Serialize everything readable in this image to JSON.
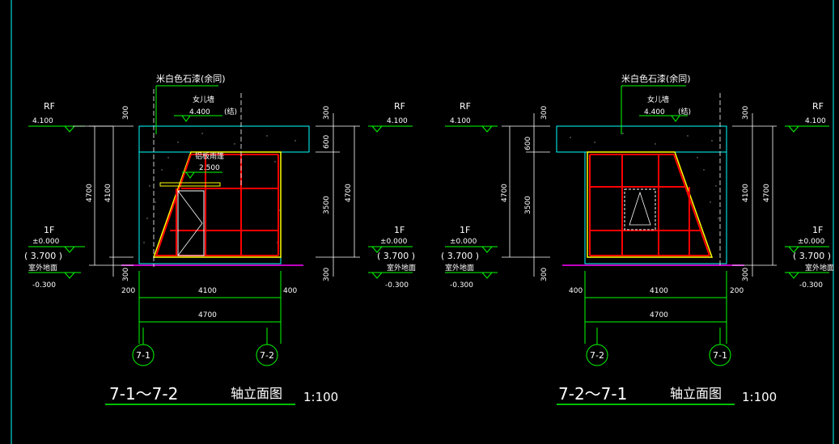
{
  "colors": {
    "background": "#000000",
    "dimension": "#ffffff",
    "leader": "#00ff00",
    "cyan": "#00ffff",
    "frame_red": "#ff0000",
    "frame_yellow": "#ffff00",
    "ground": "#c000c0"
  },
  "left": {
    "title": "7-1～7-2",
    "title_suffix": "轴立面图",
    "scale": "1:100",
    "note_top": "米白色石漆(余同)",
    "parapet_label": "女儿墙",
    "parapet_elev": "4.400",
    "parapet_struct": "(结)",
    "canopy_label": "铝板雨篷",
    "canopy_elev": "2.500",
    "lvl_rf": "RF",
    "lvl_rf_val": "4.100",
    "lvl_1f": "1F",
    "lvl_1f_val": "±0.000",
    "lvl_paren": "( 3.700 )",
    "lvl_outdoor": "室外地面",
    "lvl_outdoor_val": "-0.300",
    "dim_300": "300",
    "dim_600": "600",
    "dim_3500": "3500",
    "dim_4100": "4100",
    "dim_4700": "4700",
    "dim_200": "200",
    "dim_400": "400",
    "axis_a": "7-1",
    "axis_b": "7-2"
  },
  "right": {
    "title": "7-2～7-1",
    "title_suffix": "轴立面图",
    "scale": "1:100",
    "note_top": "米白色石漆(余同)",
    "parapet_label": "女儿墙",
    "parapet_elev": "4.400",
    "parapet_struct": "(结)",
    "lvl_rf": "RF",
    "lvl_rf_val": "4.100",
    "lvl_1f": "1F",
    "lvl_1f_val": "±0.000",
    "lvl_paren": "( 3.700 )",
    "lvl_outdoor": "室外地面",
    "lvl_outdoor_val": "-0.300",
    "dim_300": "300",
    "dim_600": "600",
    "dim_3500": "3500",
    "dim_4100": "4100",
    "dim_4700": "4700",
    "dim_200": "200",
    "dim_400": "400",
    "axis_a": "7-2",
    "axis_b": "7-1"
  }
}
